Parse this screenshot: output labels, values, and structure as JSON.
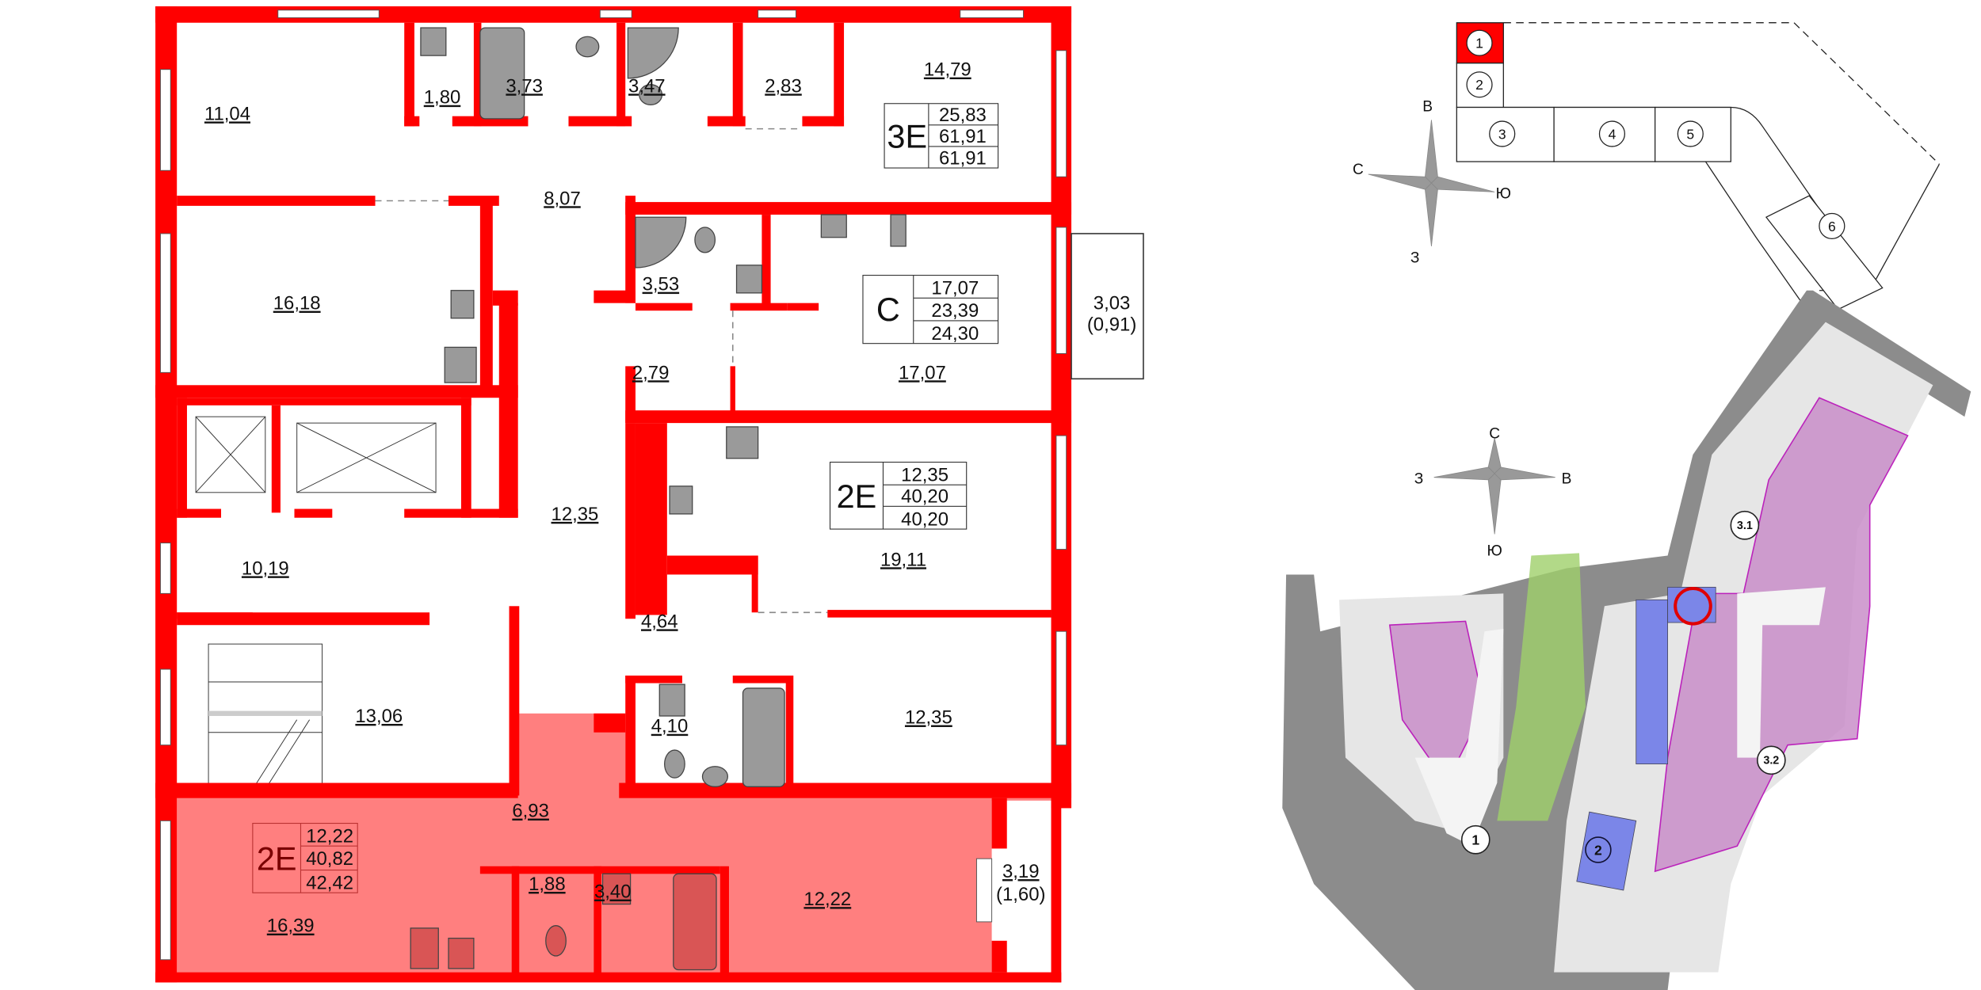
{
  "colors": {
    "wall": "#ff0000",
    "selected_apartment": "#ff7f7f",
    "fixture": "#9a9a9a",
    "courtyard": "#c98fc9",
    "building_highlight": "#7b86e8",
    "road": "#8c8c8c",
    "green": "#9fd06a"
  },
  "rooms": {
    "r1104": "11,04",
    "r180": "1,80",
    "r373": "3,73",
    "r347": "3,47",
    "r283": "2,83",
    "r1479": "14,79",
    "r807": "8,07",
    "r1618": "16,18",
    "r353": "3,53",
    "r279": "2,79",
    "r1707": "17,07",
    "r303": "3,03",
    "r303b": "(0,91)",
    "r1235c": "12,35",
    "r1019": "10,19",
    "r1911": "19,11",
    "r464": "4,64",
    "r1306": "13,06",
    "r410": "4,10",
    "r1235b": "12,35",
    "r693": "6,93",
    "r1639": "16,39",
    "r188": "1,88",
    "r340": "3,40",
    "r1222": "12,22",
    "r319": "3,19",
    "r319b": "(1,60)"
  },
  "apartments": [
    {
      "type": "3E",
      "living": "25,83",
      "total": "61,91",
      "total_with_balcony": "61,91",
      "selected": false
    },
    {
      "type": "С",
      "living": "17,07",
      "total": "23,39",
      "total_with_balcony": "24,30",
      "selected": false
    },
    {
      "type": "2E",
      "living": "12,35",
      "total": "40,20",
      "total_with_balcony": "40,20",
      "selected": false
    },
    {
      "type": "2E",
      "living": "12,22",
      "total": "40,82",
      "total_with_balcony": "42,42",
      "selected": true
    }
  ],
  "key_plan": {
    "sections": [
      "1",
      "2",
      "3",
      "4",
      "5",
      "6"
    ],
    "selected_section": "1",
    "compass": {
      "north": "С",
      "south": "Ю",
      "east": "В",
      "west": "З"
    }
  },
  "site_plan": {
    "compass": {
      "north": "С",
      "south": "Ю",
      "east": "В",
      "west": "З"
    },
    "buildings": [
      "1",
      "2",
      "3.1",
      "3.2"
    ],
    "building_3_1": {
      "num": "3",
      "sub": "1"
    },
    "building_3_2": {
      "num": "3",
      "sub": "2"
    }
  }
}
